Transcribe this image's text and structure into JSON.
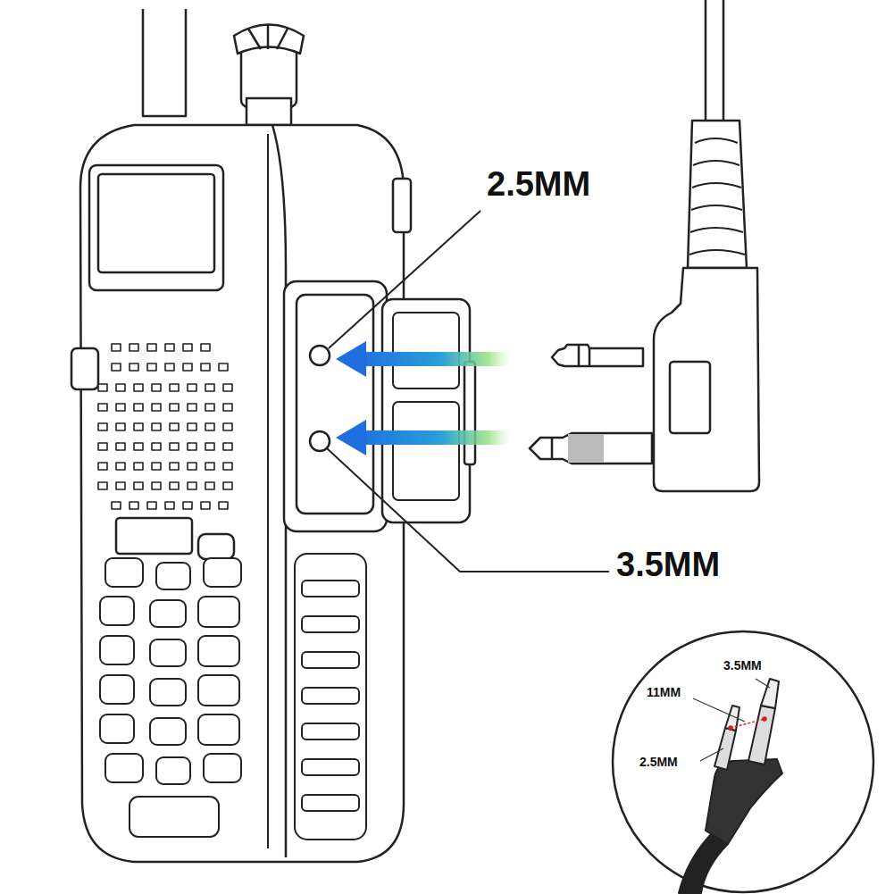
{
  "diagram": {
    "labels": [
      "2.5MM",
      "3.5MM",
      "3.5MM",
      "11MM",
      "2.5MM"
    ]
  }
}
